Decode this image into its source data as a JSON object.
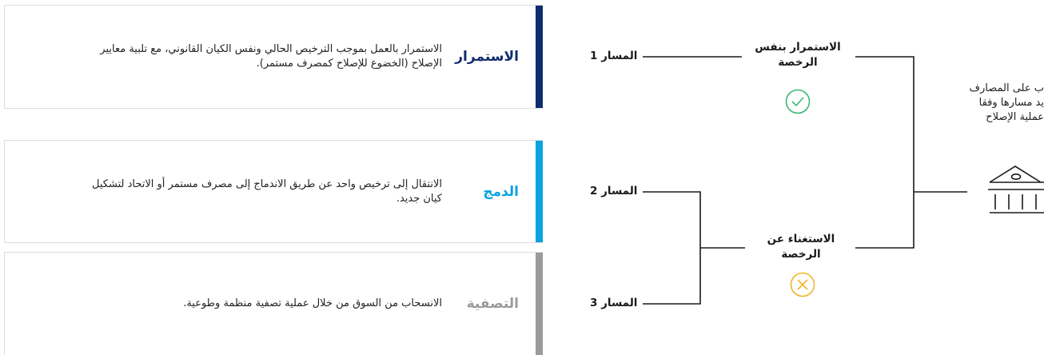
{
  "colors": {
    "continue": "#0f2c6e",
    "merge": "#0aa3e0",
    "exit": "#9b9b9b",
    "check": "#3cb878",
    "cross": "#f0b429",
    "line": "#1a1a1a"
  },
  "options": [
    {
      "title": "الاستمرار",
      "description": "الاستمرار بالعمل بموجب الترخيص الحالي ونفس الكيان القانوني، مع تلبية معايير الإصلاح (الخضوع للإصلاح كمصرف مستمر)."
    },
    {
      "title": "الدمج",
      "description": "الانتقال إلى ترخيص واحد عن طريق الاندماج إلى مصرف مستمر أو الاتحاد لتشكيل كيان جديد."
    },
    {
      "title": "التصفية",
      "description": "الانسحاب من السوق من خلال عملية تصفية منظمة وطوعية."
    }
  ],
  "paths": [
    {
      "label": "المسار 1"
    },
    {
      "label": "المسار 2"
    },
    {
      "label": "المسار 3"
    }
  ],
  "nodes": {
    "keep": {
      "line1": "الاستمرار بنفس",
      "line2": "الرخصة",
      "icon": "check-circle-icon"
    },
    "drop": {
      "line1": "الاستغناء عن",
      "line2": "الرخصة",
      "icon": "x-circle-icon"
    }
  },
  "bank": {
    "icon": "bank-building-icon",
    "text_lines": [
      "ب على المصارف",
      "يد مسارها وفقا",
      "عملية الإصلاح"
    ]
  }
}
